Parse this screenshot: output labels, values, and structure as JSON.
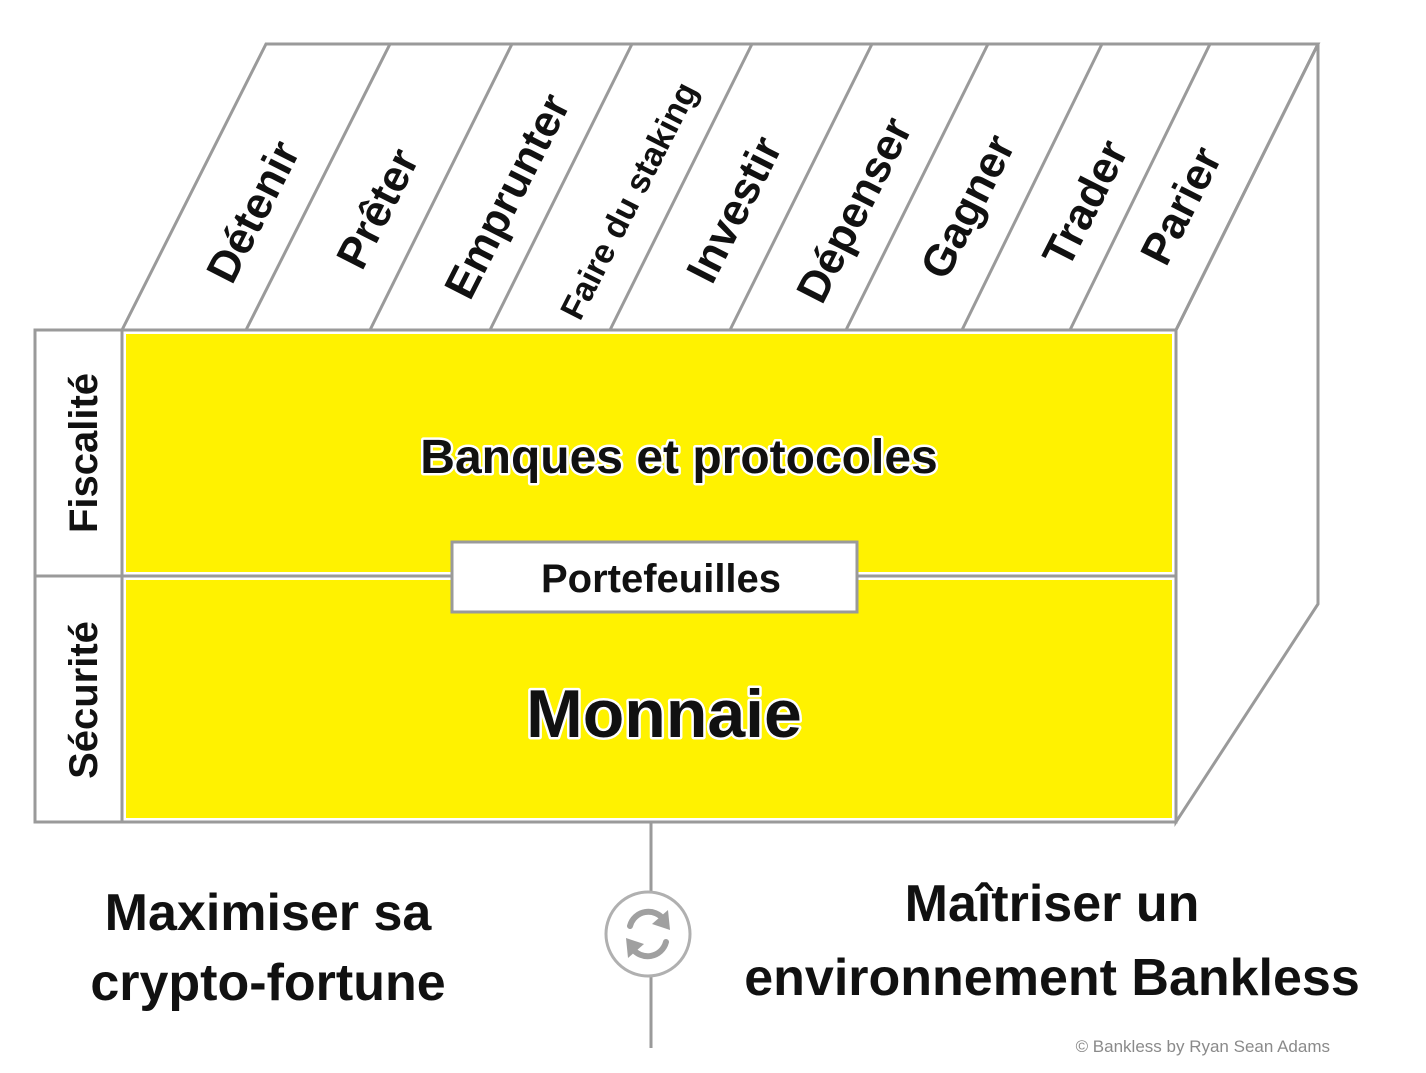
{
  "activities": [
    "Détenir",
    "Prêter",
    "Emprunter",
    "Faire du staking",
    "Investir",
    "Dépenser",
    "Gagner",
    "Trader",
    "Parier"
  ],
  "side_labels": {
    "top": "Fiscalité",
    "bottom": "Sécurité"
  },
  "layers": {
    "top": "Banques et protocoles",
    "middle": "Portefeuilles",
    "bottom": "Monnaie"
  },
  "bottom_left": {
    "line1": "Maximiser sa",
    "line2": "crypto-fortune"
  },
  "bottom_right": {
    "line1": "Maîtriser un",
    "line2": "environnement Bankless"
  },
  "cycle_icon": "refresh-icon",
  "copyright": "© Bankless by Ryan Sean Adams",
  "colors": {
    "layer_fill": "#fff200",
    "outline": "#9a9a9a",
    "text": "#111111"
  }
}
